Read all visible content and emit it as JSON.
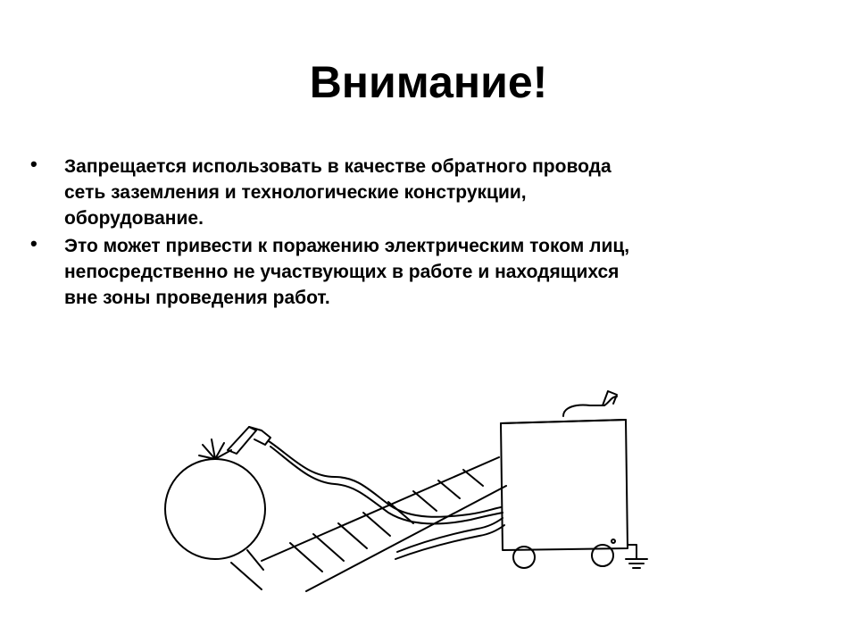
{
  "slide": {
    "title": "Внимание!",
    "bullets": [
      {
        "lines": [
          "Запрещается использовать в качестве обратного провода",
          "сеть заземления и технологические конструкции,",
          "оборудование."
        ]
      },
      {
        "lines": [
          "Это может привести к поражению электрическим током лиц,",
          "непосредственно не участвующих в работе и находящихся",
          "вне зоны проведения работ."
        ]
      }
    ],
    "bullet_symbol": "•",
    "illustration": {
      "icons": [
        "pipe-icon",
        "welding-torch-icon",
        "rail-track-icon",
        "welding-machine-icon",
        "ground-icon"
      ]
    }
  }
}
